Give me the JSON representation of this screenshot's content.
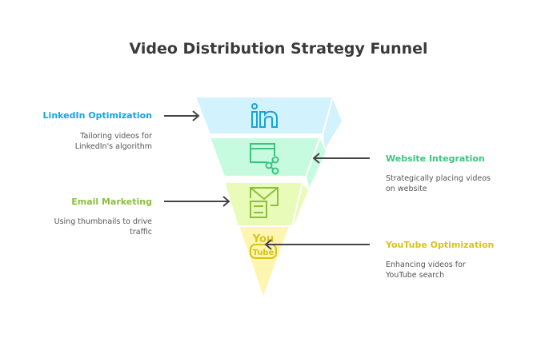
{
  "title": "Video Distribution Strategy Funnel",
  "stages": [
    {
      "label": "LinkedIn Optimization",
      "description": "Tailoring videos for LinkedIn's algorithm",
      "icon": "linkedin-icon",
      "color": "#1aa3d9",
      "fill": "#d2f2fd"
    },
    {
      "label": "Website Integration",
      "description": "Strategically placing videos on website",
      "icon": "browser-share-icon",
      "color": "#3cc47e",
      "fill": "#c6fbe0"
    },
    {
      "label": "Email Marketing",
      "description": "Using thumbnails to drive traffic",
      "icon": "email-settings-icon",
      "color": "#8cbf3a",
      "fill": "#e9fbb8"
    },
    {
      "label": "YouTube Optimization",
      "description": "Enhancing videos for YouTube search",
      "icon": "youtube-icon",
      "color": "#d9c21a",
      "fill": "#fef5b0"
    }
  ]
}
